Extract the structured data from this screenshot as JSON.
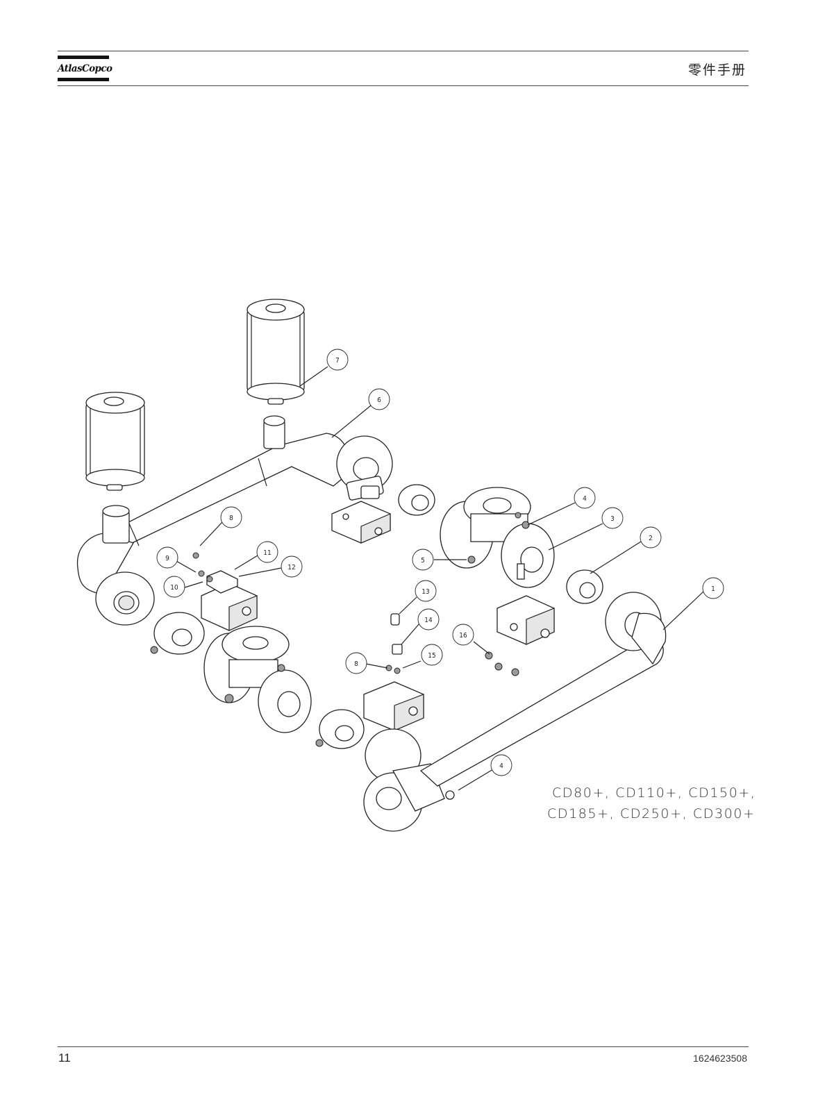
{
  "header": {
    "logo_text": "AtlasCopco",
    "title": "零件手册"
  },
  "diagram": {
    "callouts": [
      {
        "id": "c1",
        "text": "1"
      },
      {
        "id": "c2",
        "text": "2"
      },
      {
        "id": "c3",
        "text": "3"
      },
      {
        "id": "c4a",
        "text": "4"
      },
      {
        "id": "c4b",
        "text": "4"
      },
      {
        "id": "c5",
        "text": "5"
      },
      {
        "id": "c6",
        "text": "6"
      },
      {
        "id": "c7",
        "text": "7"
      },
      {
        "id": "c8a",
        "text": "8"
      },
      {
        "id": "c8b",
        "text": "8"
      },
      {
        "id": "c9",
        "text": "9"
      },
      {
        "id": "c10",
        "text": "10"
      },
      {
        "id": "c11",
        "text": "11"
      },
      {
        "id": "c12",
        "text": "12"
      },
      {
        "id": "c13",
        "text": "13"
      },
      {
        "id": "c14",
        "text": "14"
      },
      {
        "id": "c15",
        "text": "15"
      },
      {
        "id": "c16",
        "text": "16"
      }
    ],
    "models_line1": "CD80+, CD110+, CD150+,",
    "models_line2": "CD185+, CD250+, CD300+"
  },
  "footer": {
    "page_number": "11",
    "document_number": "1624623508"
  }
}
